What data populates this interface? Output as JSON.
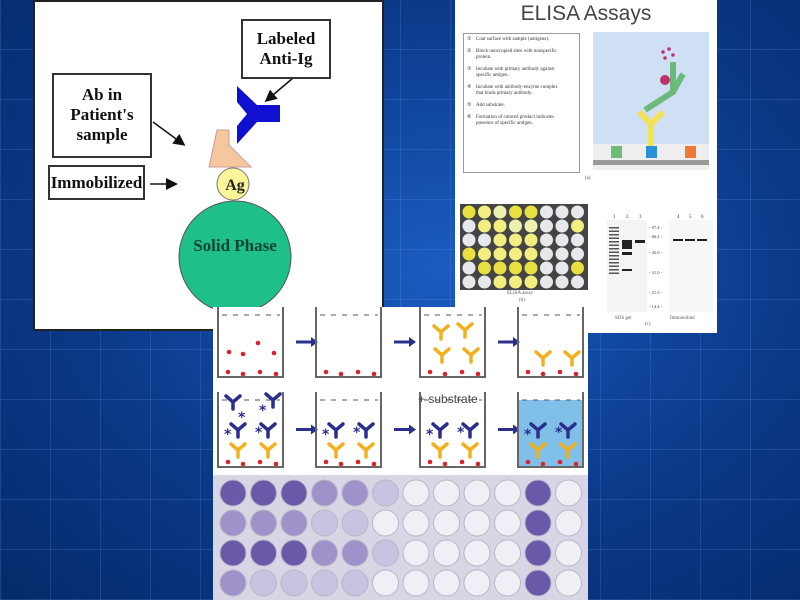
{
  "left_diagram": {
    "labeled_anti_ig": "Labeled Anti-Ig",
    "ab_in_patient": "Ab in Patient's sample",
    "immobilized": "Immobilized",
    "antigen": "Ag",
    "solid_phase": "Solid Phase"
  },
  "elisa_panel": {
    "title": "ELISA Assays",
    "steps": [
      {
        "num": "①",
        "text": "Coat surface with sample (antigens)."
      },
      {
        "num": "②",
        "text": "Block unoccupied sites with nonspecific protein."
      },
      {
        "num": "③",
        "text": "Incubate with primary antibody against specific antigen."
      },
      {
        "num": "④",
        "text": "Incubate with antibody-enzyme complex that binds primary antibody."
      },
      {
        "num": "⑤",
        "text": "Add substrate."
      },
      {
        "num": "⑥",
        "text": "Formation of colored product indicates presence of specific antigen."
      }
    ],
    "fig_a": "(a)",
    "fig_b_caption": "ELISA assay",
    "fig_b": "(b)",
    "fig_c": "(c)",
    "sds_caption": "SDS gel",
    "immunoblot_caption": "Immunoblot",
    "lanes_gel": [
      "1",
      "2",
      "3"
    ],
    "lanes_blot": [
      "4",
      "5",
      "6"
    ],
    "mw_markers": [
      "97.4",
      "66.2",
      "45.0",
      "31.0",
      "21.5",
      "14.4"
    ]
  },
  "schematic": {
    "substrate_label": "+ substrate"
  },
  "colors": {
    "yellow_ab": "#f2b01e",
    "blue_ab": "#2b2f8c",
    "antigen": "#d8232a",
    "solid_phase": "#1ebf8a",
    "blue_fill": "#7fbfe8"
  }
}
